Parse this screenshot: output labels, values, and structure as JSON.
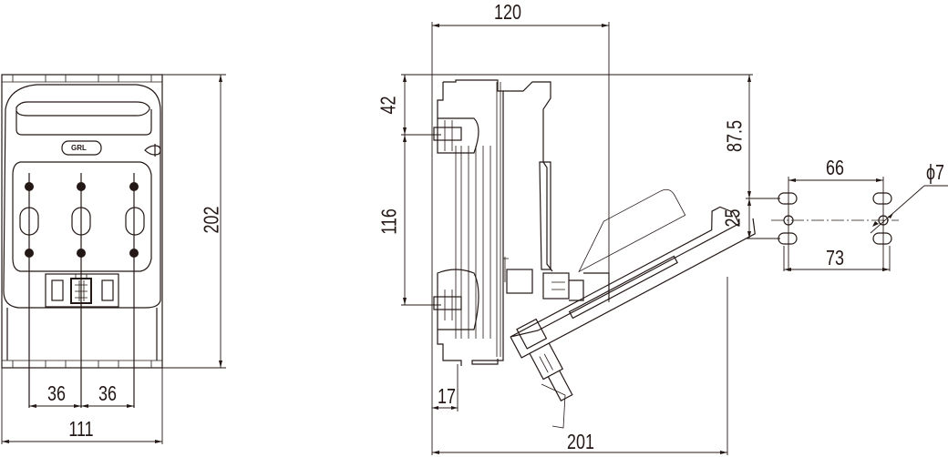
{
  "drawing": {
    "title": "Fuse switch disconnector dimensional drawing",
    "logo_text": "GRL",
    "front_view": {
      "dimensions": {
        "height": "202",
        "total_width": "111",
        "pitch_left": "36",
        "pitch_right": "36"
      }
    },
    "side_view": {
      "dimensions": {
        "depth_closed": "120",
        "depth_open": "201",
        "top_offset": "42",
        "mount_spacing": "116",
        "base_offset": "17"
      }
    },
    "mounting_pattern": {
      "dimensions": {
        "top_to_center": "87.5",
        "slot_spacing_vertical": "25",
        "hole_spacing_inner": "66",
        "hole_spacing_outer": "73",
        "hole_diameter": "ϕ7"
      }
    },
    "colors": {
      "line": "#231815",
      "background": "#ffffff"
    }
  }
}
